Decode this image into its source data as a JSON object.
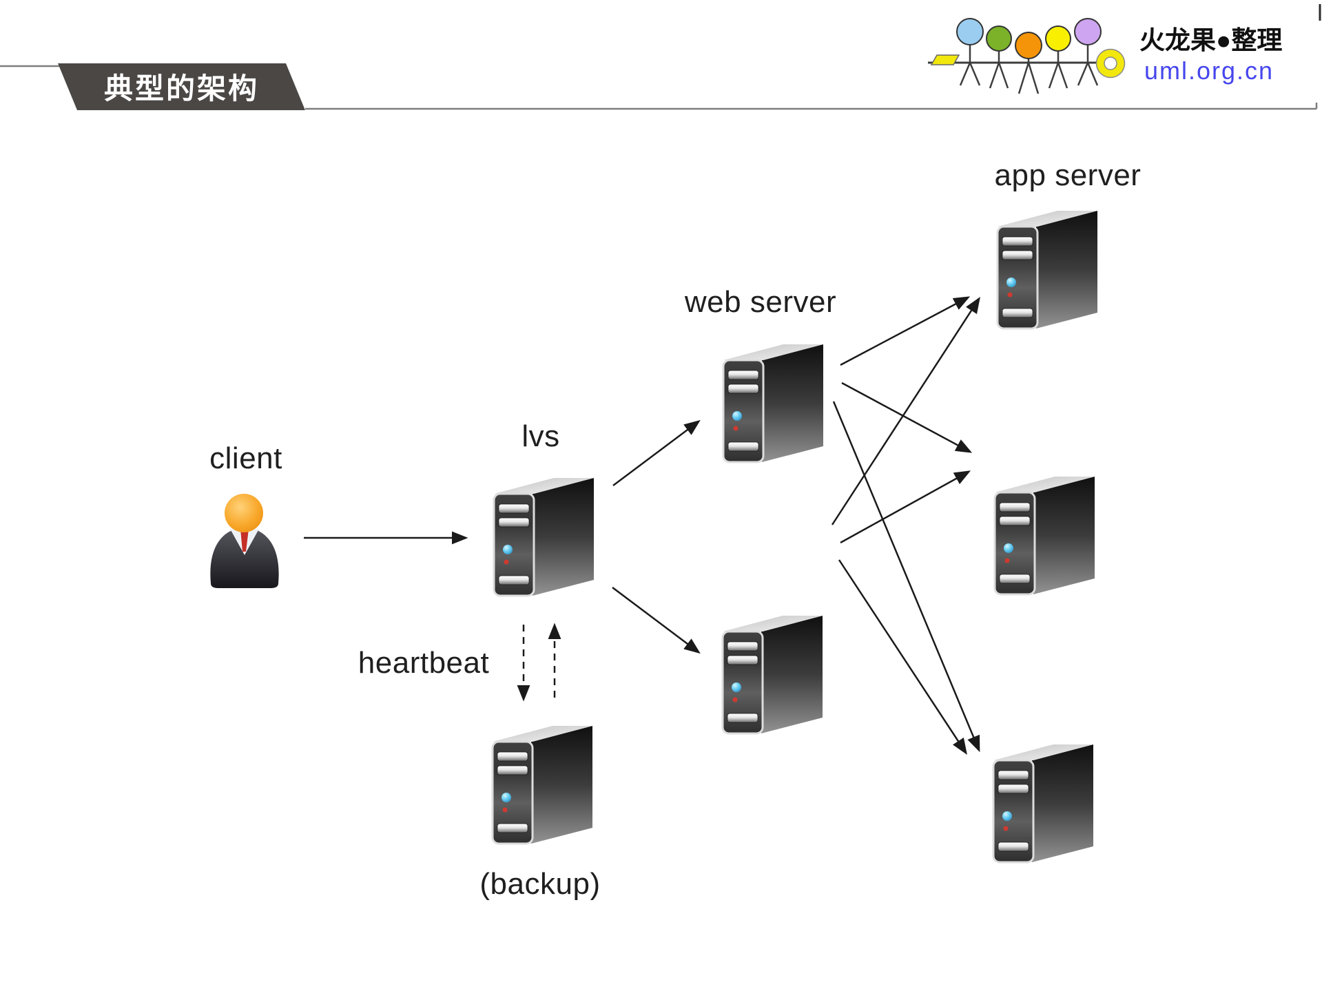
{
  "header": {
    "title": "典型的架构"
  },
  "logo": {
    "brand": "火龙果●整理",
    "site": "uml.org.cn",
    "site_color": "#4646ee",
    "accent_yellow": "#f2e80e",
    "figure_head_colors": [
      "#9acdf0",
      "#7bb229",
      "#f59408",
      "#f8f000",
      "#cda5f0"
    ]
  },
  "diagram": {
    "labels": {
      "client": "client",
      "lvs": "lvs",
      "heartbeat": "heartbeat",
      "backup": "(backup)",
      "web_server": "web server",
      "app_server": "app server"
    },
    "nodes": [
      {
        "id": "client",
        "type": "person",
        "label": "client"
      },
      {
        "id": "lvs",
        "type": "server",
        "label": "lvs"
      },
      {
        "id": "lvs-backup",
        "type": "server",
        "label": "(backup)"
      },
      {
        "id": "web-server-1",
        "type": "server",
        "group_label": "web server"
      },
      {
        "id": "web-server-2",
        "type": "server",
        "group_label": "web server"
      },
      {
        "id": "app-server-1",
        "type": "server",
        "group_label": "app server"
      },
      {
        "id": "app-server-2",
        "type": "server",
        "group_label": "app server"
      },
      {
        "id": "app-server-3",
        "type": "server",
        "group_label": "app server"
      }
    ],
    "connections": [
      {
        "from": "client",
        "to": "lvs",
        "style": "solid"
      },
      {
        "from": "lvs",
        "to": "web-server-1",
        "style": "solid"
      },
      {
        "from": "lvs",
        "to": "web-server-2",
        "style": "solid"
      },
      {
        "from": "web-server-1",
        "to": "app-server-1",
        "style": "solid"
      },
      {
        "from": "web-server-1",
        "to": "app-server-2",
        "style": "solid"
      },
      {
        "from": "web-server-1",
        "to": "app-server-3",
        "style": "solid"
      },
      {
        "from": "web-server-2",
        "to": "app-server-1",
        "style": "solid"
      },
      {
        "from": "web-server-2",
        "to": "app-server-2",
        "style": "solid"
      },
      {
        "from": "web-server-2",
        "to": "app-server-3",
        "style": "solid"
      },
      {
        "from": "lvs",
        "to": "lvs-backup",
        "style": "dashed",
        "bidirectional": true,
        "label": "heartbeat"
      }
    ]
  },
  "colors": {
    "banner": "#4b4745",
    "line": "#1a1a1a",
    "label_text": "#1f1f1f",
    "title_text": "#ffffff"
  }
}
